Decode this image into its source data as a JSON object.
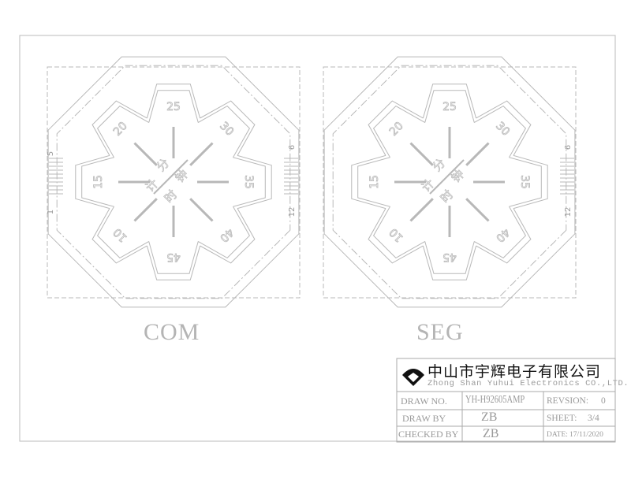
{
  "views": [
    {
      "label": "COM",
      "pins": {
        "left_top": "5",
        "left_bottom": "1",
        "right_top": "6",
        "right_bottom": "12"
      }
    },
    {
      "label": "SEG",
      "pins": {
        "right_top": "6",
        "right_bottom": "12"
      }
    }
  ],
  "dial_labels": [
    "25",
    "30",
    "35",
    "40",
    "45",
    "10",
    "15",
    "20"
  ],
  "center_text": [
    "分",
    "钟",
    "计",
    "时"
  ],
  "title_block": {
    "company_cn": "中山市宇辉电子有限公司",
    "company_en": "Zhong Shan Yuhui Electronics CO.,LTD.",
    "draw_no_label": "DRAW NO.",
    "draw_no": "YH-H92605AMP",
    "revision_label": "REVSION:",
    "revision": "0",
    "draw_by_label": "DRAW BY",
    "draw_by": "ZB",
    "sheet_label": "SHEET:",
    "sheet": "3/4",
    "checked_by_label": "CHECKED BY",
    "checked_by": "ZB",
    "date_label": "DATE:",
    "date": "17/11/2020"
  },
  "colors": {
    "line": "#b8b8b8",
    "text": "#9a9a9a",
    "logo": "#111111"
  }
}
